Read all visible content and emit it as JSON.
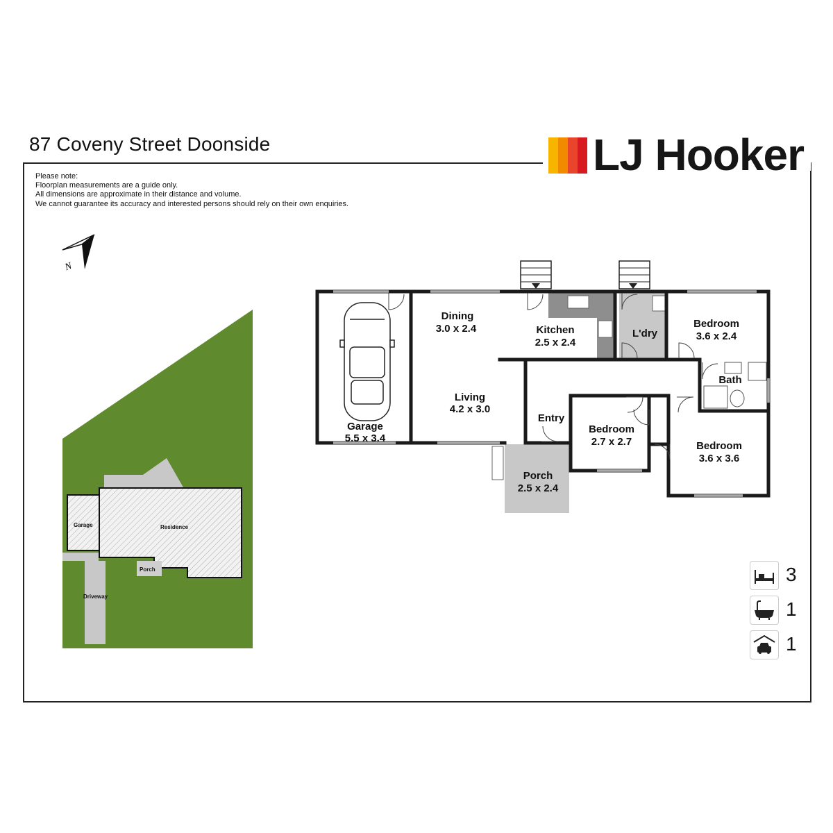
{
  "title": "87 Coveny Street Doonside",
  "brand": {
    "name": "LJ Hooker",
    "colors": [
      "#f7b500",
      "#f28a00",
      "#e8452a",
      "#d71920"
    ]
  },
  "notes": [
    "Please note:",
    "Floorplan measurements are a guide only.",
    "All dimensions are approximate in their distance and volume.",
    "We cannot guarantee its accuracy and interested persons should rely on their own enquiries."
  ],
  "compass": {
    "label": "N",
    "icon": "north-arrow-icon"
  },
  "rooms": [
    {
      "name": "Dining",
      "dims": "3.0 x 2.4"
    },
    {
      "name": "Kitchen",
      "dims": "2.5 x 2.4"
    },
    {
      "name": "L'dry",
      "dims": ""
    },
    {
      "name": "Bedroom",
      "dims": "3.6 x 2.4"
    },
    {
      "name": "Bath",
      "dims": ""
    },
    {
      "name": "Living",
      "dims": "4.2 x 3.0"
    },
    {
      "name": "Garage",
      "dims": "5.5 x 3.4"
    },
    {
      "name": "Entry",
      "dims": ""
    },
    {
      "name": "Bedroom",
      "dims": "2.7 x 2.7"
    },
    {
      "name": "Bedroom",
      "dims": "3.6 x 3.6"
    },
    {
      "name": "Porch",
      "dims": "2.5 x 2.4"
    }
  ],
  "site": {
    "labels": [
      "Garage",
      "Residence",
      "Porch",
      "Driveway"
    ],
    "colors": {
      "lawn": "#5f8a2e",
      "paving": "#c8c8c8",
      "building": "#eeeeee"
    }
  },
  "features": [
    {
      "icon": "bed-icon",
      "count": "3"
    },
    {
      "icon": "bath-icon",
      "count": "1"
    },
    {
      "icon": "car-garage-icon",
      "count": "1"
    }
  ]
}
